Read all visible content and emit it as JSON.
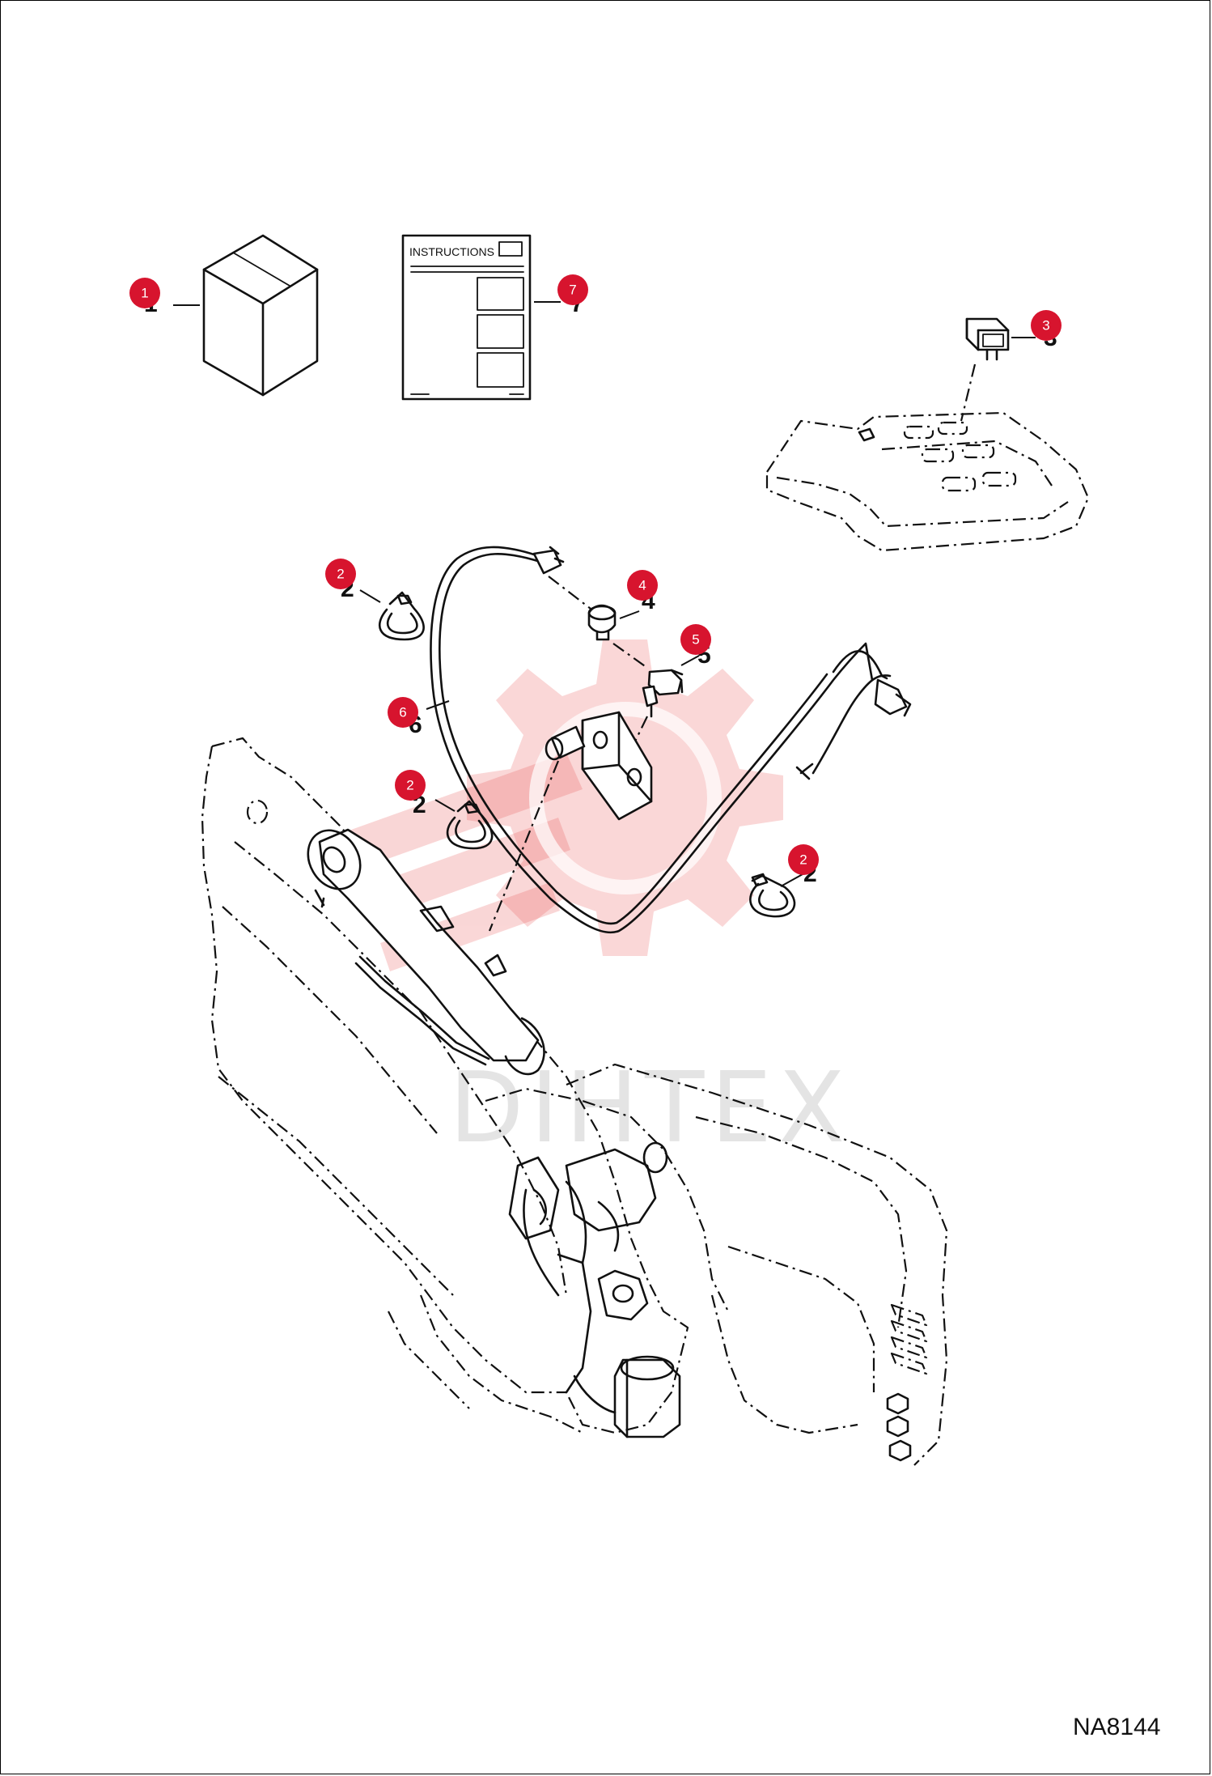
{
  "document": {
    "drawing_code": "NA8144",
    "instructions_label": "INSTRUCTIONS",
    "watermark_text": "DIHTEX"
  },
  "callouts": [
    {
      "id": "c1",
      "label": "1"
    },
    {
      "id": "c7",
      "label": "7"
    },
    {
      "id": "c3",
      "label": "3"
    },
    {
      "id": "c2a",
      "label": "2"
    },
    {
      "id": "c4",
      "label": "4"
    },
    {
      "id": "c5",
      "label": "5"
    },
    {
      "id": "c6",
      "label": "6"
    },
    {
      "id": "c2b",
      "label": "2"
    },
    {
      "id": "c2c",
      "label": "2"
    }
  ],
  "colors": {
    "callout": "#d7142e",
    "watermark": "#f3a6a6",
    "line": "#111111"
  }
}
